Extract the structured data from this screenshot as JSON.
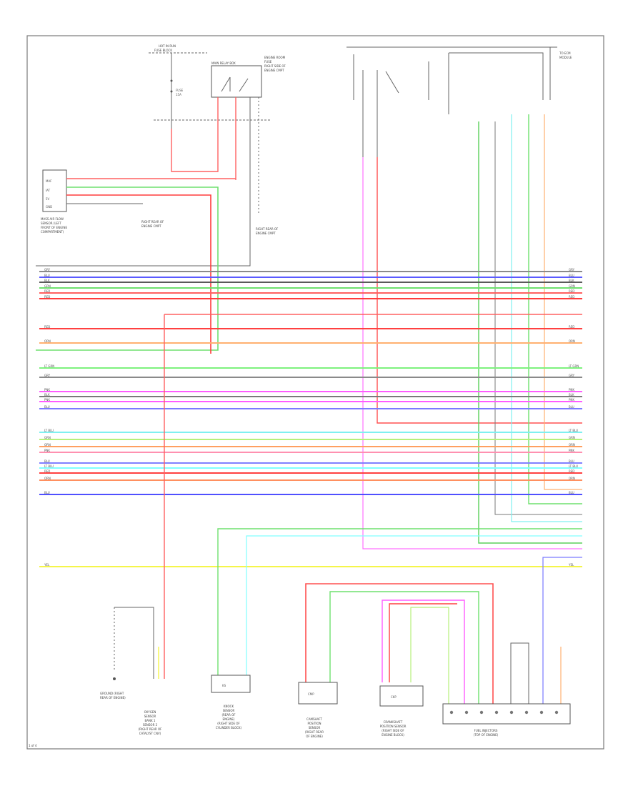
{
  "top_labels": {
    "fuse": "HOT IN RUN",
    "fuse_sub": "FUSE BLOCK",
    "relay": "MAIN RELAY BOX",
    "relay_note": [
      "ENGINE ROOM",
      "FUSE",
      "RIGHT SIDE OF",
      "ENGINE CMPT"
    ],
    "right_note": [
      "TO ECM",
      "MODULE"
    ]
  },
  "left_connector": {
    "pins": [
      "MAF",
      "IAT",
      "5V",
      "GND"
    ],
    "caption": [
      "MASS AIR FLOW",
      "SENSOR (LEFT",
      "FRONT OF ENGINE",
      "COMPARTMENT)"
    ],
    "mid_caption": [
      "RIGHT REAR OF",
      "ENGINE CMPT"
    ],
    "right_caption": [
      "RIGHT REAR OF",
      "ENGINE CMPT"
    ]
  },
  "wires": [
    {
      "color": "#8a8a8a",
      "label": "GRY"
    },
    {
      "color": "#5a5aff",
      "label": "BLU"
    },
    {
      "color": "#5a5a5a",
      "label": "BLK"
    },
    {
      "color": "#6ee06e",
      "label": "GRN"
    },
    {
      "color": "#ff6060",
      "label": "RED"
    },
    {
      "color": "#ff3b3b",
      "label": "RED"
    },
    {
      "color": "#ff4040",
      "label": "RED"
    },
    {
      "color": "#ffb070",
      "label": "ORN"
    },
    {
      "color": "#7ef27e",
      "label": "LT GRN"
    },
    {
      "color": "#8a8a8a",
      "label": "GRY"
    },
    {
      "color": "#ff5cff",
      "label": "PNK"
    },
    {
      "color": "#7a7a7a",
      "label": "BLK"
    },
    {
      "color": "#ff5cff",
      "label": "PNK"
    },
    {
      "color": "#7a7aff",
      "label": "BLU"
    },
    {
      "color": "#7ff0f0",
      "label": "LT BLU"
    },
    {
      "color": "#b6f07a",
      "label": "GRN"
    },
    {
      "color": "#ffa060",
      "label": "ORN"
    },
    {
      "color": "#ff90b0",
      "label": "PNK"
    },
    {
      "color": "#8080ff",
      "label": "BLU"
    },
    {
      "color": "#80ffff",
      "label": "LT BLU"
    },
    {
      "color": "#ff4040",
      "label": "RED"
    },
    {
      "color": "#ff9060",
      "label": "ORN"
    },
    {
      "color": "#5050ff",
      "label": "BLU"
    },
    {
      "color": "#f5f54a",
      "label": "YEL"
    }
  ],
  "bottom_components": [
    {
      "name": "comp-1",
      "lines": [
        "OXYGEN",
        "SENSOR",
        "BANK 1",
        "SENSOR 2",
        "(RIGHT REAR OF",
        "CATALYST CNV)"
      ]
    },
    {
      "name": "comp-2",
      "lines": [
        "KNOCK",
        "SENSOR",
        "(REAR OF",
        "ENGINE)",
        "(RIGHT SIDE OF",
        "CYLINDER BLOCK)"
      ]
    },
    {
      "name": "comp-3",
      "lines": [
        "CAMSHAFT",
        "POSITION",
        "SENSOR",
        "(RIGHT REAR",
        "OF ENGINE)"
      ]
    },
    {
      "name": "comp-4",
      "lines": [
        "CRANKSHAFT",
        "POSITION SENSOR",
        "(RIGHT SIDE OF",
        "ENGINE BLOCK)"
      ]
    },
    {
      "name": "comp-5",
      "lines": [
        "FUEL INJECTORS",
        "(TOP OF ENGINE)"
      ]
    }
  ],
  "left_ground_caption": [
    "GROUND (RIGHT",
    "REAR OF ENGINE)"
  ],
  "footer": "1 of 4"
}
